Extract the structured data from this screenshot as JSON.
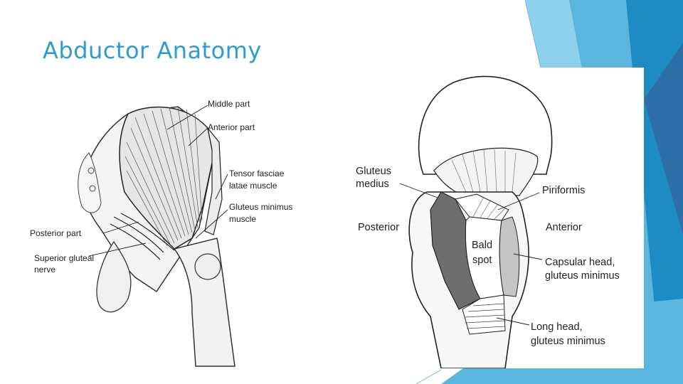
{
  "slide": {
    "title": "Abductor Anatomy",
    "accent_colors": [
      "#1e8bc3",
      "#2e6fa7",
      "#5bb6dd",
      "#8fd0ec"
    ]
  },
  "left_figure": {
    "labels": {
      "middle_part": "Middle part",
      "anterior_part": "Anterior part",
      "tensor_line1": "Tensor fasciae",
      "tensor_line2": "latae muscle",
      "gmin_line1": "Gluteus minimus",
      "gmin_line2": "muscle",
      "posterior_part": "Posterior part",
      "nerve_line1": "Superior gluteal",
      "nerve_line2": "nerve"
    }
  },
  "right_figure": {
    "labels": {
      "gmed_line1": "Gluteus",
      "gmed_line2": "medius",
      "piriformis": "Piriformis",
      "posterior": "Posterior",
      "anterior": "Anterior",
      "bald_line1": "Bald",
      "bald_line2": "spot",
      "capsular_line1": "Capsular head,",
      "capsular_line2": "gluteus minimus",
      "long_line1": "Long head,",
      "long_line2": "gluteus minimus"
    }
  }
}
